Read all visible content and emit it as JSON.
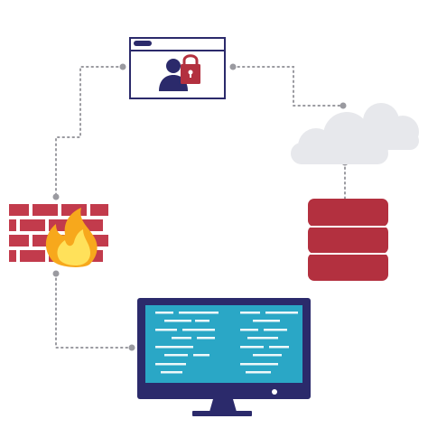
{
  "diagram": {
    "nodes": [
      {
        "id": "browser",
        "icon": "secure-browser-user-lock-icon"
      },
      {
        "id": "cloud",
        "icon": "cloud-icon"
      },
      {
        "id": "database",
        "icon": "database-server-icon"
      },
      {
        "id": "firewall",
        "icon": "firewall-brick-fire-icon"
      },
      {
        "id": "monitor",
        "icon": "monitor-code-icon"
      }
    ],
    "edges": [
      {
        "from": "browser",
        "to": "cloud",
        "style": "dotted"
      },
      {
        "from": "cloud",
        "to": "database",
        "style": "dotted"
      },
      {
        "from": "browser",
        "to": "firewall",
        "style": "dotted"
      },
      {
        "from": "firewall",
        "to": "monitor",
        "style": "dotted"
      }
    ]
  },
  "colors": {
    "navy": "#2b2a6b",
    "crimson": "#b3303f",
    "brick": "#c23b4c",
    "screen": "#2aa7c6",
    "cloud": "#e7e8ec",
    "connector": "#9a9aa0",
    "flame_outer": "#f7a81c",
    "flame_inner": "#ffe15a"
  }
}
